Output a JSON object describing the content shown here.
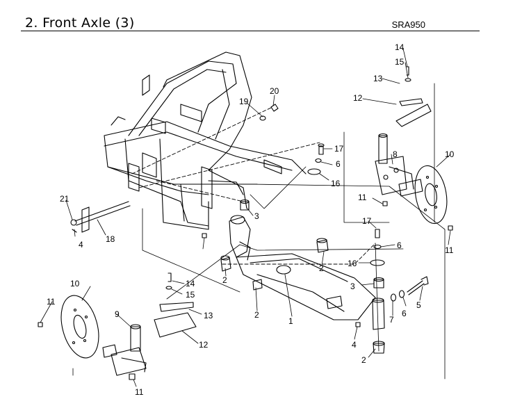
{
  "header": {
    "title": "2. Front Axle (3)",
    "model": "SRA950"
  },
  "callouts": [
    "14",
    "15",
    "13",
    "12",
    "20",
    "19",
    "17",
    "6",
    "8",
    "10",
    "16",
    "11",
    "21",
    "3",
    "18",
    "4",
    "17",
    "6",
    "16",
    "2",
    "2",
    "3",
    "6",
    "5",
    "14",
    "15",
    "1",
    "2",
    "7",
    "10",
    "11",
    "9",
    "13",
    "12",
    "4",
    "2",
    "11",
    "11"
  ]
}
